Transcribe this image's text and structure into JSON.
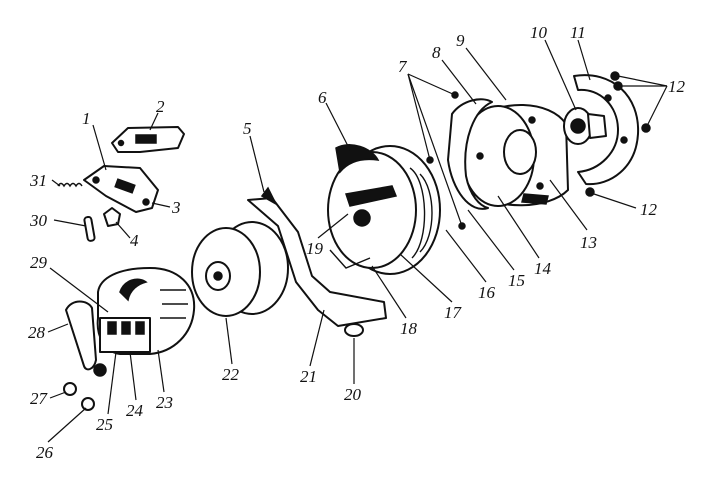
{
  "callouts": [
    {
      "id": "1",
      "text": "1"
    },
    {
      "id": "2",
      "text": "2"
    },
    {
      "id": "3",
      "text": "3"
    },
    {
      "id": "4",
      "text": "4"
    },
    {
      "id": "5",
      "text": "5"
    },
    {
      "id": "6",
      "text": "6"
    },
    {
      "id": "7",
      "text": "7"
    },
    {
      "id": "8",
      "text": "8"
    },
    {
      "id": "9",
      "text": "9"
    },
    {
      "id": "10",
      "text": "10"
    },
    {
      "id": "11",
      "text": "11"
    },
    {
      "id": "12",
      "text": "12"
    },
    {
      "id": "12b",
      "text": "12"
    },
    {
      "id": "13",
      "text": "13"
    },
    {
      "id": "14",
      "text": "14"
    },
    {
      "id": "15",
      "text": "15"
    },
    {
      "id": "16",
      "text": "16"
    },
    {
      "id": "17",
      "text": "17"
    },
    {
      "id": "18",
      "text": "18"
    },
    {
      "id": "19",
      "text": "19"
    },
    {
      "id": "20",
      "text": "20"
    },
    {
      "id": "21",
      "text": "21"
    },
    {
      "id": "22",
      "text": "22"
    },
    {
      "id": "23",
      "text": "23"
    },
    {
      "id": "24",
      "text": "24"
    },
    {
      "id": "25",
      "text": "25"
    },
    {
      "id": "26",
      "text": "26"
    },
    {
      "id": "27",
      "text": "27"
    },
    {
      "id": "28",
      "text": "28"
    },
    {
      "id": "29",
      "text": "29"
    },
    {
      "id": "30",
      "text": "30"
    },
    {
      "id": "31",
      "text": "31"
    }
  ]
}
